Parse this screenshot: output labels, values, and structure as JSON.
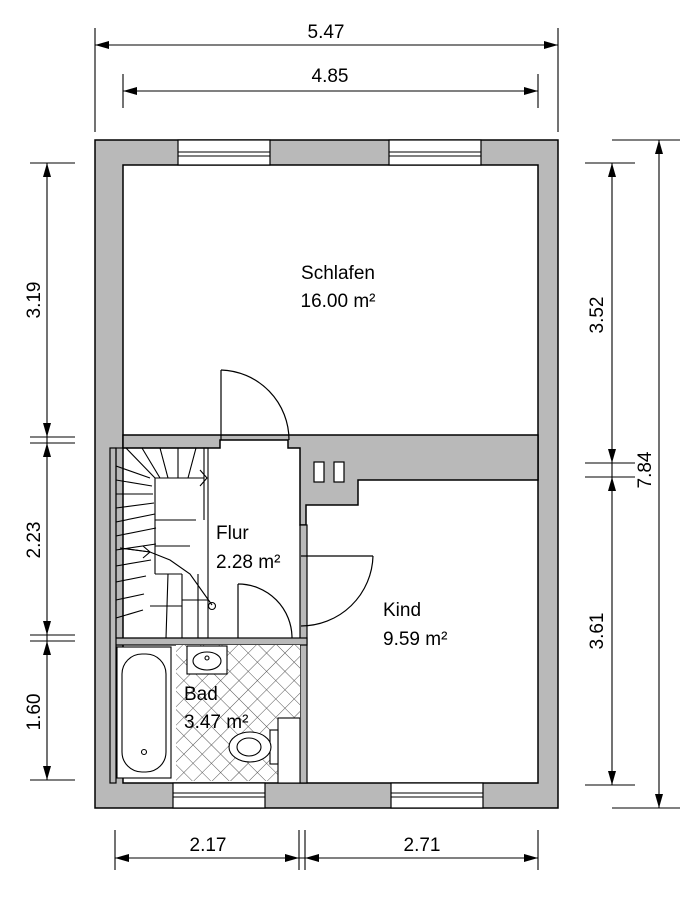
{
  "colors": {
    "wall": "#b9b9b9",
    "line": "#000000",
    "tile_hatch": "#444444",
    "background": "#ffffff"
  },
  "dimensions": {
    "top_overall": "5.47",
    "top_inner": "4.85",
    "left_upper": "3.19",
    "left_middle": "2.23",
    "left_lower": "1.60",
    "right_upper": "3.52",
    "right_lower": "3.61",
    "right_overall": "7.84",
    "bottom_left": "2.17",
    "bottom_right": "2.71"
  },
  "rooms": {
    "schlafen": {
      "name": "Schlafen",
      "area": "16.00 m²"
    },
    "flur": {
      "name": "Flur",
      "area": "2.28 m²"
    },
    "kind": {
      "name": "Kind",
      "area": "9.59 m²"
    },
    "bad": {
      "name": "Bad",
      "area": "3.47 m²"
    }
  }
}
